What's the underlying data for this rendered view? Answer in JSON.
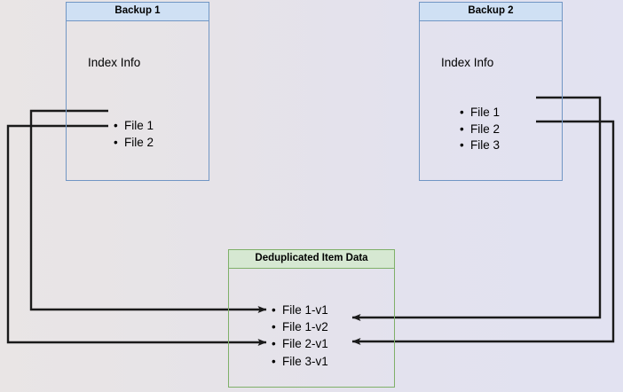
{
  "diagram": {
    "type": "flow-diagram",
    "title_hint": "Backup deduplication mapping",
    "colors": {
      "backup_border": "#7196c4",
      "backup_header_fill": "#cfe0f4",
      "dedupe_border": "#7fb069",
      "dedupe_header_fill": "#d6e8d2",
      "edge": "#1a1a1a",
      "background_left": "#e9e5e5",
      "background_right": "#e2e2f1"
    }
  },
  "backup1": {
    "title": "Backup 1",
    "section_label": "Index Info",
    "files": [
      {
        "label": "File 1"
      },
      {
        "label": "File 2"
      }
    ]
  },
  "backup2": {
    "title": "Backup 2",
    "section_label": "Index Info",
    "files": [
      {
        "label": "File 1"
      },
      {
        "label": "File 2"
      },
      {
        "label": "File 3"
      }
    ]
  },
  "dedupe": {
    "title": "Deduplicated Item Data",
    "items": [
      {
        "label": "File 1-v1"
      },
      {
        "label": "File 1-v2"
      },
      {
        "label": "File 2-v1"
      },
      {
        "label": "File 3-v1"
      }
    ]
  },
  "connections": [
    {
      "from": "Backup 1 / File 1",
      "to": "File 1-v1",
      "direction": "right"
    },
    {
      "from": "Backup 1 / File 2",
      "to": "File 2-v1",
      "direction": "right"
    },
    {
      "from": "Backup 2 / File 1",
      "to": "File 1-v2",
      "direction": "left"
    },
    {
      "from": "Backup 2 / File 2",
      "to": "File 2-v1",
      "direction": "left"
    }
  ]
}
